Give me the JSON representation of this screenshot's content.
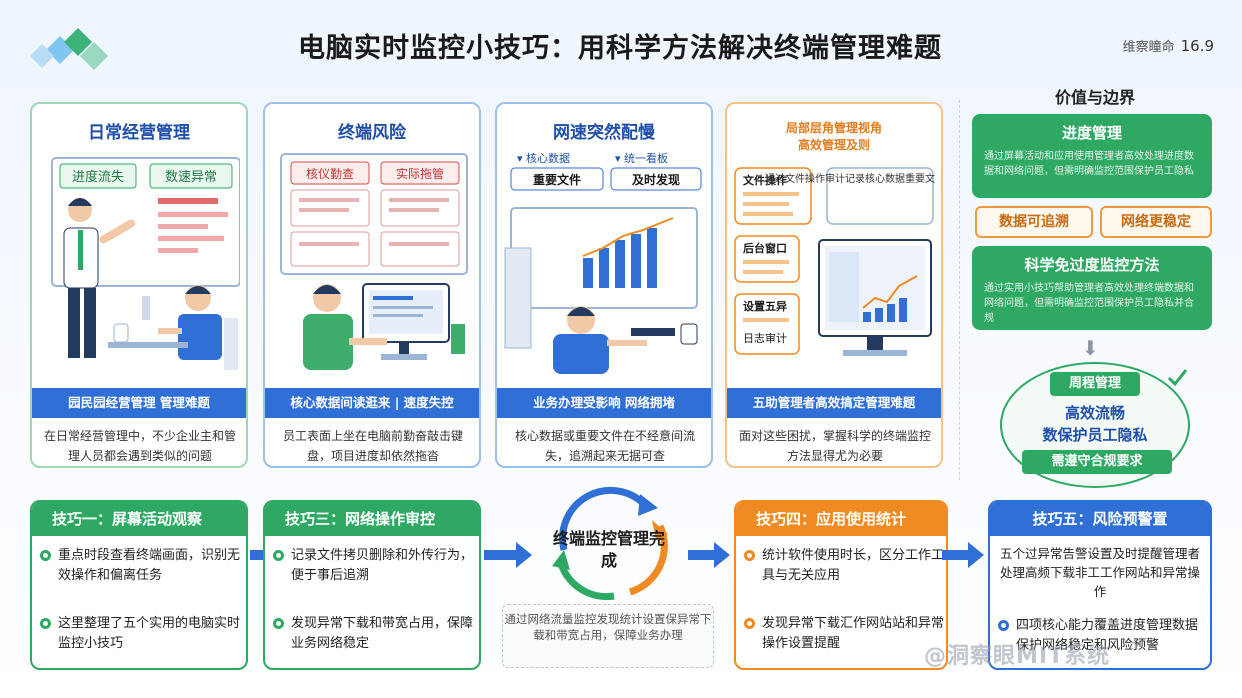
{
  "header": {
    "title": "电脑实时监控小技巧：用科学方法解决终端管理难题",
    "brand": "维察瞳命",
    "version": "16.9"
  },
  "panels": [
    {
      "title": "日常经营管理",
      "tags": [
        "进度流失",
        "数速异常"
      ],
      "bar": "园民园经营管理   管理难题",
      "desc": "在日常经营管理中，不少企业主和管理人员都会遇到类似的问题"
    },
    {
      "title": "终端风险",
      "tags": [
        "核仪勤查",
        "实际拖管"
      ],
      "bar": "核心数据间读逛来  |  速度失控",
      "desc": "员工表面上坐在电脑前勤奋敲击键盘，项目进度却依然拖沓"
    },
    {
      "title": "网速突然配慢",
      "tags": [
        "核心数据",
        "统一看板",
        "重要文件",
        "及时发现"
      ],
      "bar": "业务办理受影响   网络拥堵",
      "desc": "核心数据或重要文件在不经意间流失，追溯起来无据可查"
    },
    {
      "title": "局部层角管理视角",
      "subtitle": "高效管理及则",
      "tags": [
        "文件操作",
        "后台窗口",
        "设置五异",
        "日志审计"
      ],
      "note": "通过文件操作审计记录核心数据重要文件的删除行为",
      "bar": "五助管理者高效搞定管理难题",
      "desc": "面对这些困扰，掌握科学的终端监控方法显得尤为必要"
    }
  ],
  "right": {
    "title": "价值与边界",
    "box1": {
      "title": "进度管理",
      "desc": "通过屏幕活动和应用使用管理者高效处理进度数据和网络问题，但需明确监控范围保护员工隐私"
    },
    "btn1": "数据可追溯",
    "btn2": "网络更稳定",
    "box2": {
      "title": "科学免过度监控方法",
      "desc": "通过实用小技巧帮助管理者高效处理终端数据和网络问题，但需明确监控范围保护员工隐私并合规"
    },
    "oval": {
      "chip1": "周程管理",
      "line1": "高效流畅",
      "line2": "数保护员工隐私",
      "chip2": "需遵守合规要求"
    }
  },
  "tips": [
    {
      "title": "技巧一：屏幕活动观察",
      "items": [
        "重点时段查看终端画面，识别无效操作和偏离任务",
        "这里整理了五个实用的电脑实时监控小技巧"
      ]
    },
    {
      "title": "技巧三：网络操作审控",
      "items": [
        "记录文件拷贝删除和外传行为，便于事后追溯",
        "发现异常下载和带宽占用，保障业务网络稳定"
      ]
    },
    {
      "title": "技巧四：应用使用统计",
      "items": [
        "统计软件使用时长，区分工作工具与无关应用",
        "发现异常下载汇作网站站和异常操作设置提醒"
      ]
    },
    {
      "title": "技巧五：风险预警置",
      "text": "五个过异常告警设置及时提醒管理者处理高频下载非工工作网站和异常操作",
      "items": [
        "四项核心能力覆盖进度管理数据保护网络稳定和风险预警"
      ]
    }
  ],
  "center": {
    "text": "终端监控管理完成",
    "note": "通过网络流量监控发现统计设置保异常下载和带宽占用，保障业务办理"
  },
  "watermark": "@洞察眼MIT系统",
  "colors": {
    "green": "#2fa864",
    "blue": "#2f6fd6",
    "orange": "#f08a22"
  }
}
